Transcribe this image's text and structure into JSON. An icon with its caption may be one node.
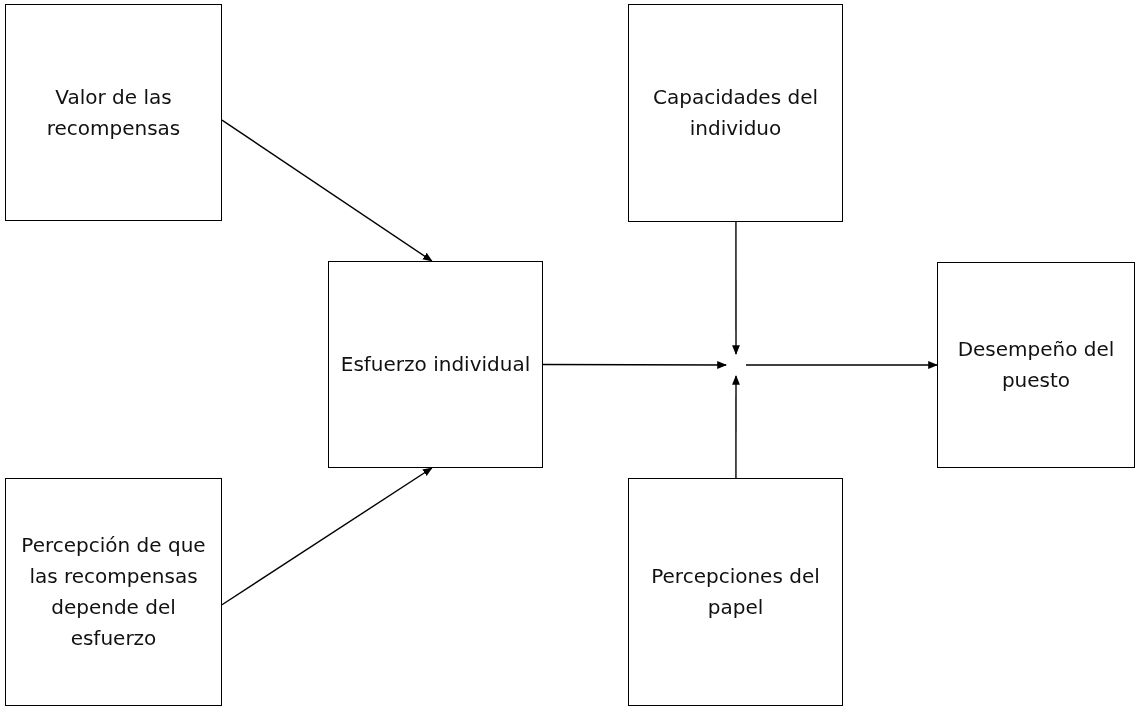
{
  "diagram": {
    "nodes": [
      {
        "text": [
          "Valor de las recompensas"
        ]
      },
      {
        "text": [
          "Percepción de que las recompensas depende del esfuerzo"
        ]
      },
      {
        "text": [
          "Esfuerzo individual"
        ]
      },
      {
        "text": [
          "Capacidades del individuo"
        ]
      },
      {
        "text": [
          "Percepciones del papel"
        ]
      },
      {
        "text": [
          "Desempeño del puesto"
        ]
      }
    ],
    "edges": [
      {
        "from": 0,
        "to": 2,
        "arrow": "to"
      },
      {
        "from": 1,
        "to": 2,
        "arrow": "to"
      },
      {
        "from": 2,
        "to": null,
        "arrow": "to"
      },
      {
        "from": 3,
        "to": null,
        "arrow": "to"
      },
      {
        "from": 4,
        "to": null,
        "arrow": "to"
      },
      {
        "from": null,
        "to": 5,
        "arrow": "to"
      }
    ]
  }
}
